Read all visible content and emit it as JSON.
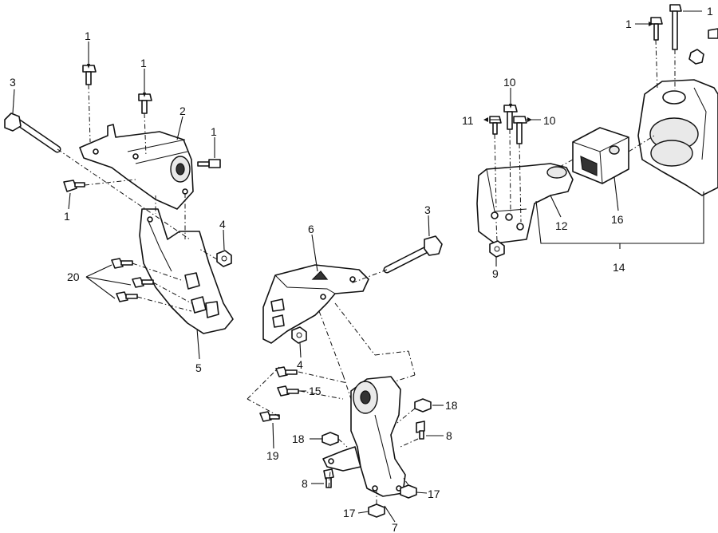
{
  "diagram": {
    "callouts": [
      {
        "id": "c1a",
        "label": "1"
      },
      {
        "id": "c1b",
        "label": "1"
      },
      {
        "id": "c1c",
        "label": "1"
      },
      {
        "id": "c1d",
        "label": "1"
      },
      {
        "id": "c1e",
        "label": "1"
      },
      {
        "id": "c1f",
        "label": "1"
      },
      {
        "id": "c2",
        "label": "2"
      },
      {
        "id": "c3a",
        "label": "3"
      },
      {
        "id": "c3b",
        "label": "3"
      },
      {
        "id": "c4a",
        "label": "4"
      },
      {
        "id": "c4b",
        "label": "4"
      },
      {
        "id": "c5",
        "label": "5"
      },
      {
        "id": "c6",
        "label": "6"
      },
      {
        "id": "c7",
        "label": "7"
      },
      {
        "id": "c8a",
        "label": "8"
      },
      {
        "id": "c8b",
        "label": "8"
      },
      {
        "id": "c9",
        "label": "9"
      },
      {
        "id": "c10a",
        "label": "10"
      },
      {
        "id": "c10b",
        "label": "10"
      },
      {
        "id": "c11",
        "label": "11"
      },
      {
        "id": "c12",
        "label": "12"
      },
      {
        "id": "c14",
        "label": "14"
      },
      {
        "id": "c15",
        "label": "15"
      },
      {
        "id": "c16",
        "label": "16"
      },
      {
        "id": "c17a",
        "label": "17"
      },
      {
        "id": "c17b",
        "label": "17"
      },
      {
        "id": "c18a",
        "label": "18"
      },
      {
        "id": "c18b",
        "label": "18"
      },
      {
        "id": "c19",
        "label": "19"
      },
      {
        "id": "c20",
        "label": "20"
      }
    ]
  }
}
